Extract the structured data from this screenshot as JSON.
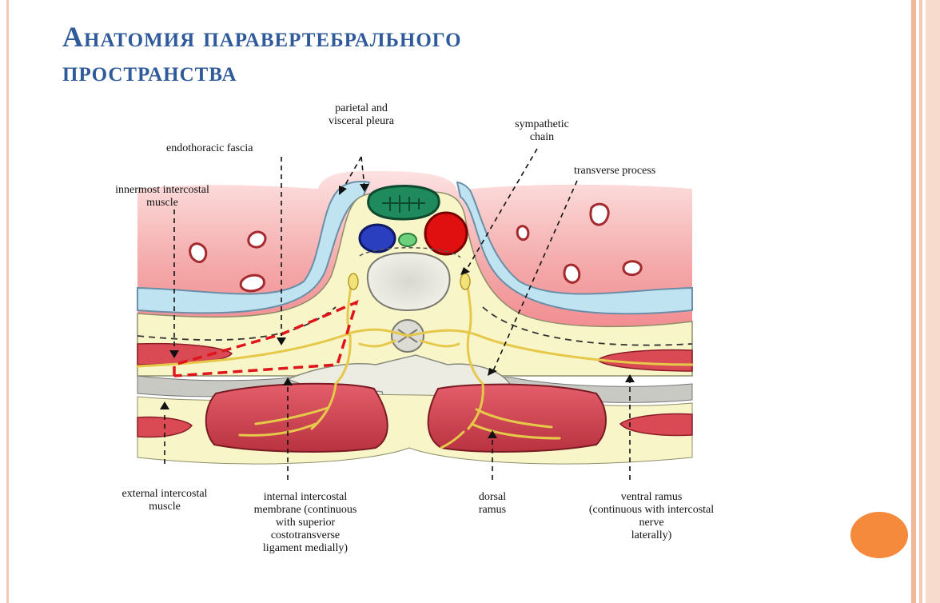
{
  "slide": {
    "title_line1": "Анатомия паравертебрального",
    "title_line2": "пространства",
    "accent_color": "#f58a3c",
    "title_color": "#2f5b9a"
  },
  "diagram": {
    "labels": {
      "parietal_pleura": "parietal and\nvisceral pleura",
      "sympathetic_chain": "sympathetic\nchain",
      "endothoracic_fascia": "endothoracic fascia",
      "transverse_process": "transverse process",
      "innermost_intercostal": "innermost intercostal\nmuscle",
      "external_intercostal": "external intercostal\nmuscle",
      "internal_intercostal_membrane": "internal intercostal\nmembrane (continuous\nwith superior\ncostotransverse\nligament medially)",
      "dorsal_ramus": "dorsal\nramus",
      "ventral_ramus": "ventral ramus\n(continuous with intercostal\nnerve\nlaterally)"
    }
  }
}
